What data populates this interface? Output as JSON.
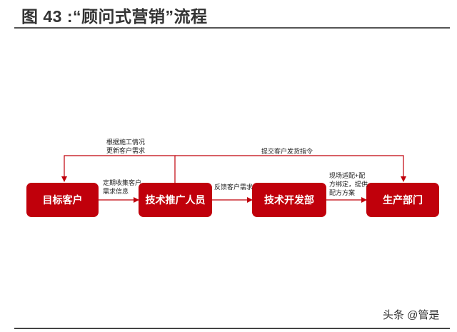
{
  "title": "图 43 :“顾问式营销”流程",
  "nodes": {
    "target_customer": "目标客户",
    "tech_sales": "技术推广人员",
    "rnd": "技术开发部",
    "production": "生产部门"
  },
  "labels": {
    "update_needs": [
      "根据施工情况",
      "更新客户需求"
    ],
    "collect_info": [
      "定期收集客户",
      "需求信息"
    ],
    "feedback_needs": "反馈客户需求",
    "shipping_order": "提交客户发货指令",
    "onsite_match": [
      "现场适配+配",
      "方绑定，提供",
      "配方方案"
    ]
  },
  "watermark": "头条 @管是",
  "colors": {
    "node_fill": "#c0000b",
    "line": "#c0000b"
  }
}
